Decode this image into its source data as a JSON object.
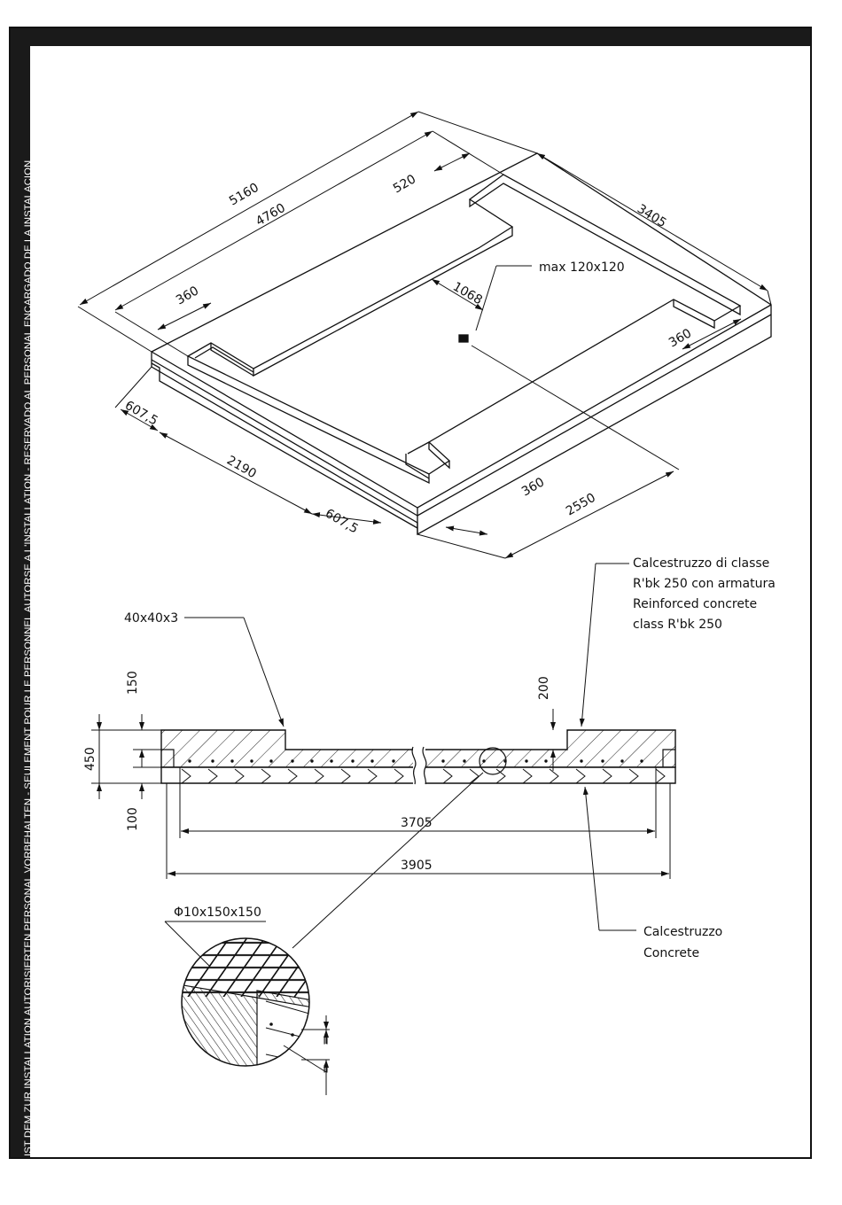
{
  "sidebar_notice": "IST DEM ZUR INSTALLATION AUTORISIERTEN PERSONAL VORBEHALTEN - SEULEMENT POUR LE PERSONNEL AUTORSE A L'INSTALLATION - RESERVADO AL PERSONAL ENCARGADO DE LA INSTALACION",
  "iso_dims": {
    "d5160": "5160",
    "d4760": "4760",
    "d520": "520",
    "d3405": "3405",
    "d360_top": "360",
    "d1068": "1068",
    "max_hole": "max 120x120",
    "d360_right": "360",
    "d607_left": "607,5",
    "d2190": "2190",
    "d607_bottom": "607,5",
    "d360_bottom": "360",
    "d2550": "2550"
  },
  "section": {
    "angle_label": "40x40x3",
    "d150": "150",
    "d450": "450",
    "d100": "100",
    "d200": "200",
    "d3705": "3705",
    "d3905": "3905"
  },
  "notes": {
    "reinforced": [
      "Calcestruzzo di classe",
      "R'bk 250 con armatura",
      "Reinforced concrete",
      "class R'bk 250"
    ],
    "concrete": [
      "Calcestruzzo",
      "Concrete"
    ]
  },
  "detail": {
    "mesh_label": "Φ10x150x150",
    "equal_top": "=",
    "equal_bottom": "="
  }
}
